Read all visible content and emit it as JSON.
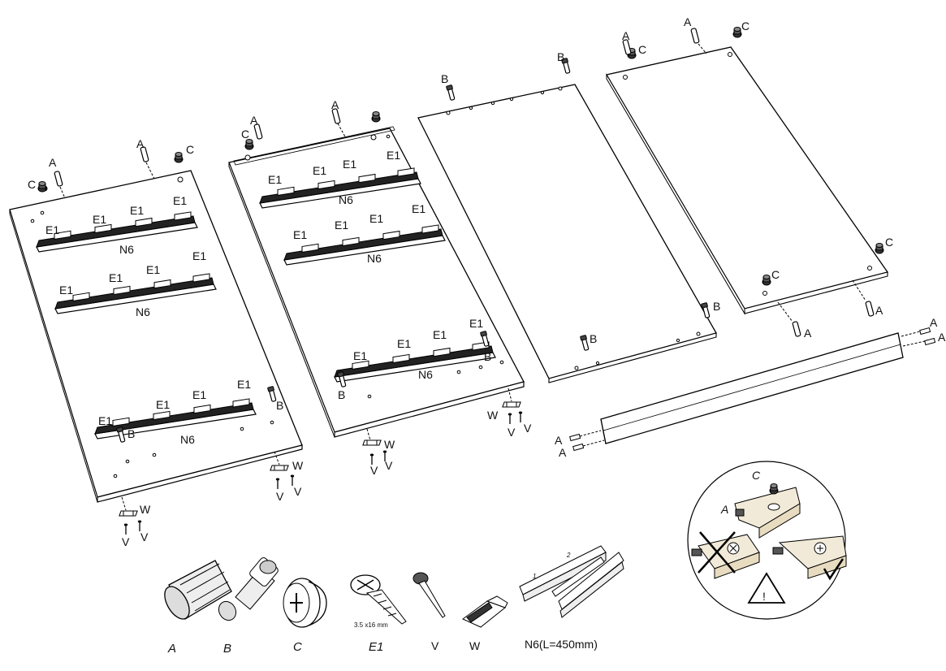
{
  "hardware_labels": {
    "A": "A",
    "B": "B",
    "C": "C",
    "E1": "E1",
    "N6": "N6",
    "V": "V",
    "W": "W"
  },
  "legend": {
    "A": "A",
    "B": "B",
    "C": "C",
    "E1": "E1",
    "E1_size": "3.5 x16 mm",
    "V": "V",
    "W": "W",
    "N6": "N6(L=450mm)",
    "rail_part_1": "1",
    "rail_part_2": "2"
  },
  "detail_callout": {
    "C": "C",
    "A": "A",
    "warning": "!"
  }
}
